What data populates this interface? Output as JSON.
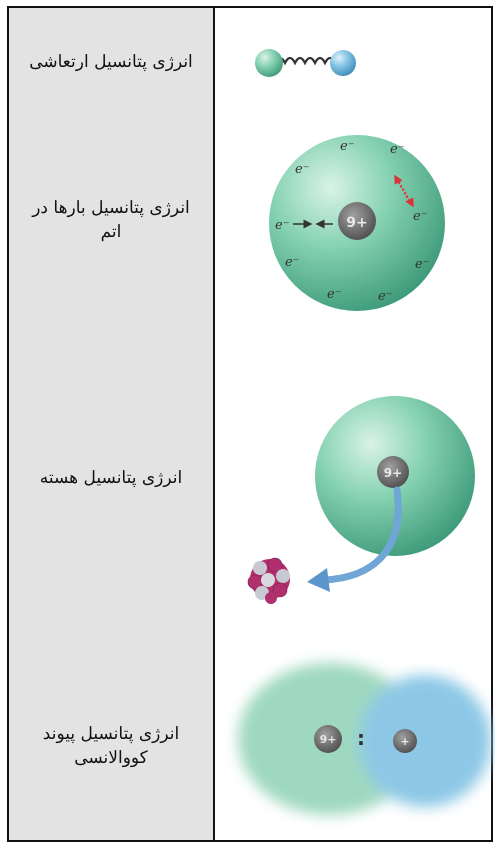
{
  "rows": [
    {
      "label": "انرژی پتانسیل ارتعاشی",
      "icon": "spring-molecule-icon"
    },
    {
      "label": "انرژی پتانسیل بارها در اتم",
      "icon": "atom-charges-icon"
    },
    {
      "label": "انرژی پتانسیل هسته",
      "icon": "atom-nucleus-icon"
    },
    {
      "label": "انرژی پتانسیل پیوند کووالانسی",
      "icon": "covalent-bond-icon"
    }
  ],
  "electron_symbol": "e⁻",
  "nucleus_charge": "9+",
  "bond_symbol": ":",
  "proton_symbol": "+",
  "colors": {
    "label_bg": "#e3e3e3",
    "sphere": "#7fcfae",
    "blue": "#6fb6dc",
    "arrow_red": "#d9343a",
    "nucleus_pink": "#b0306e"
  }
}
